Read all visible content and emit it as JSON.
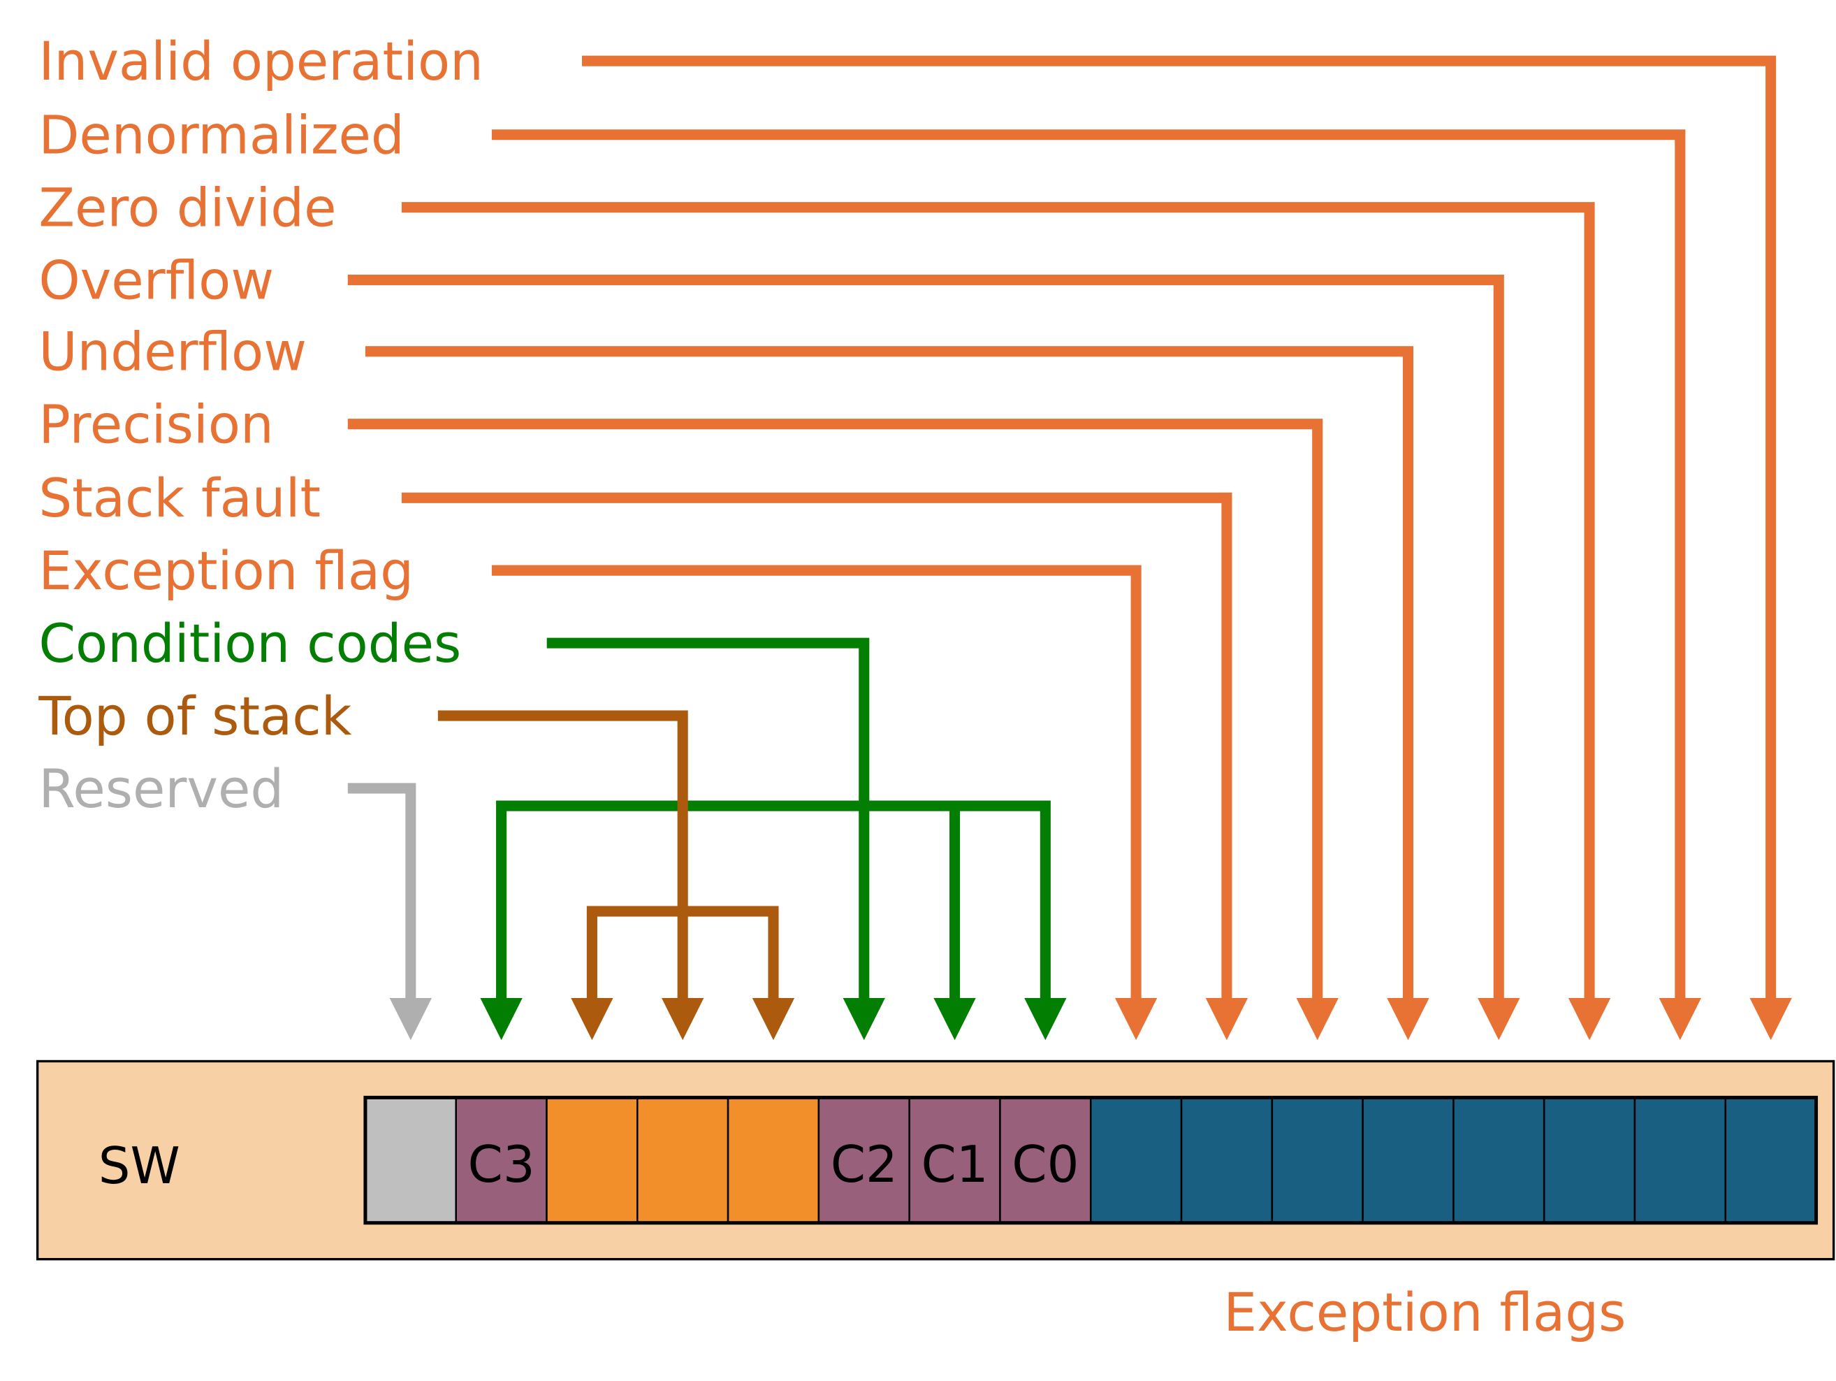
{
  "colors": {
    "exception": "#E87234",
    "condition": "#027E02",
    "top_of_stack": "#AB5A0E",
    "reserved": "#AFAFAF",
    "register_bg": "#F8D0A6",
    "cell_reserved": "#BFBFBF",
    "cell_condition": "#98607B",
    "cell_top": "#F28F2B",
    "cell_exception": "#185F82"
  },
  "labels": [
    {
      "text": "Invalid operation",
      "group": "exception"
    },
    {
      "text": "Denormalized",
      "group": "exception"
    },
    {
      "text": "Zero divide",
      "group": "exception"
    },
    {
      "text": "Overflow",
      "group": "exception"
    },
    {
      "text": "Underflow",
      "group": "exception"
    },
    {
      "text": "Precision",
      "group": "exception"
    },
    {
      "text": "Stack fault",
      "group": "exception"
    },
    {
      "text": "Exception flag",
      "group": "exception"
    },
    {
      "text": "Condition codes",
      "group": "condition"
    },
    {
      "text": "Top of stack",
      "group": "top_of_stack"
    },
    {
      "text": "Reserved",
      "group": "reserved"
    }
  ],
  "register": {
    "name": "SW",
    "cells": [
      {
        "label": "",
        "type": "reserved"
      },
      {
        "label": "C3",
        "type": "condition"
      },
      {
        "label": "",
        "type": "top"
      },
      {
        "label": "",
        "type": "top"
      },
      {
        "label": "",
        "type": "top"
      },
      {
        "label": "C2",
        "type": "condition"
      },
      {
        "label": "C1",
        "type": "condition"
      },
      {
        "label": "C0",
        "type": "condition"
      },
      {
        "label": "",
        "type": "exception"
      },
      {
        "label": "",
        "type": "exception"
      },
      {
        "label": "",
        "type": "exception"
      },
      {
        "label": "",
        "type": "exception"
      },
      {
        "label": "",
        "type": "exception"
      },
      {
        "label": "",
        "type": "exception"
      },
      {
        "label": "",
        "type": "exception"
      },
      {
        "label": "",
        "type": "exception"
      }
    ]
  },
  "footer_label": "Exception flags"
}
